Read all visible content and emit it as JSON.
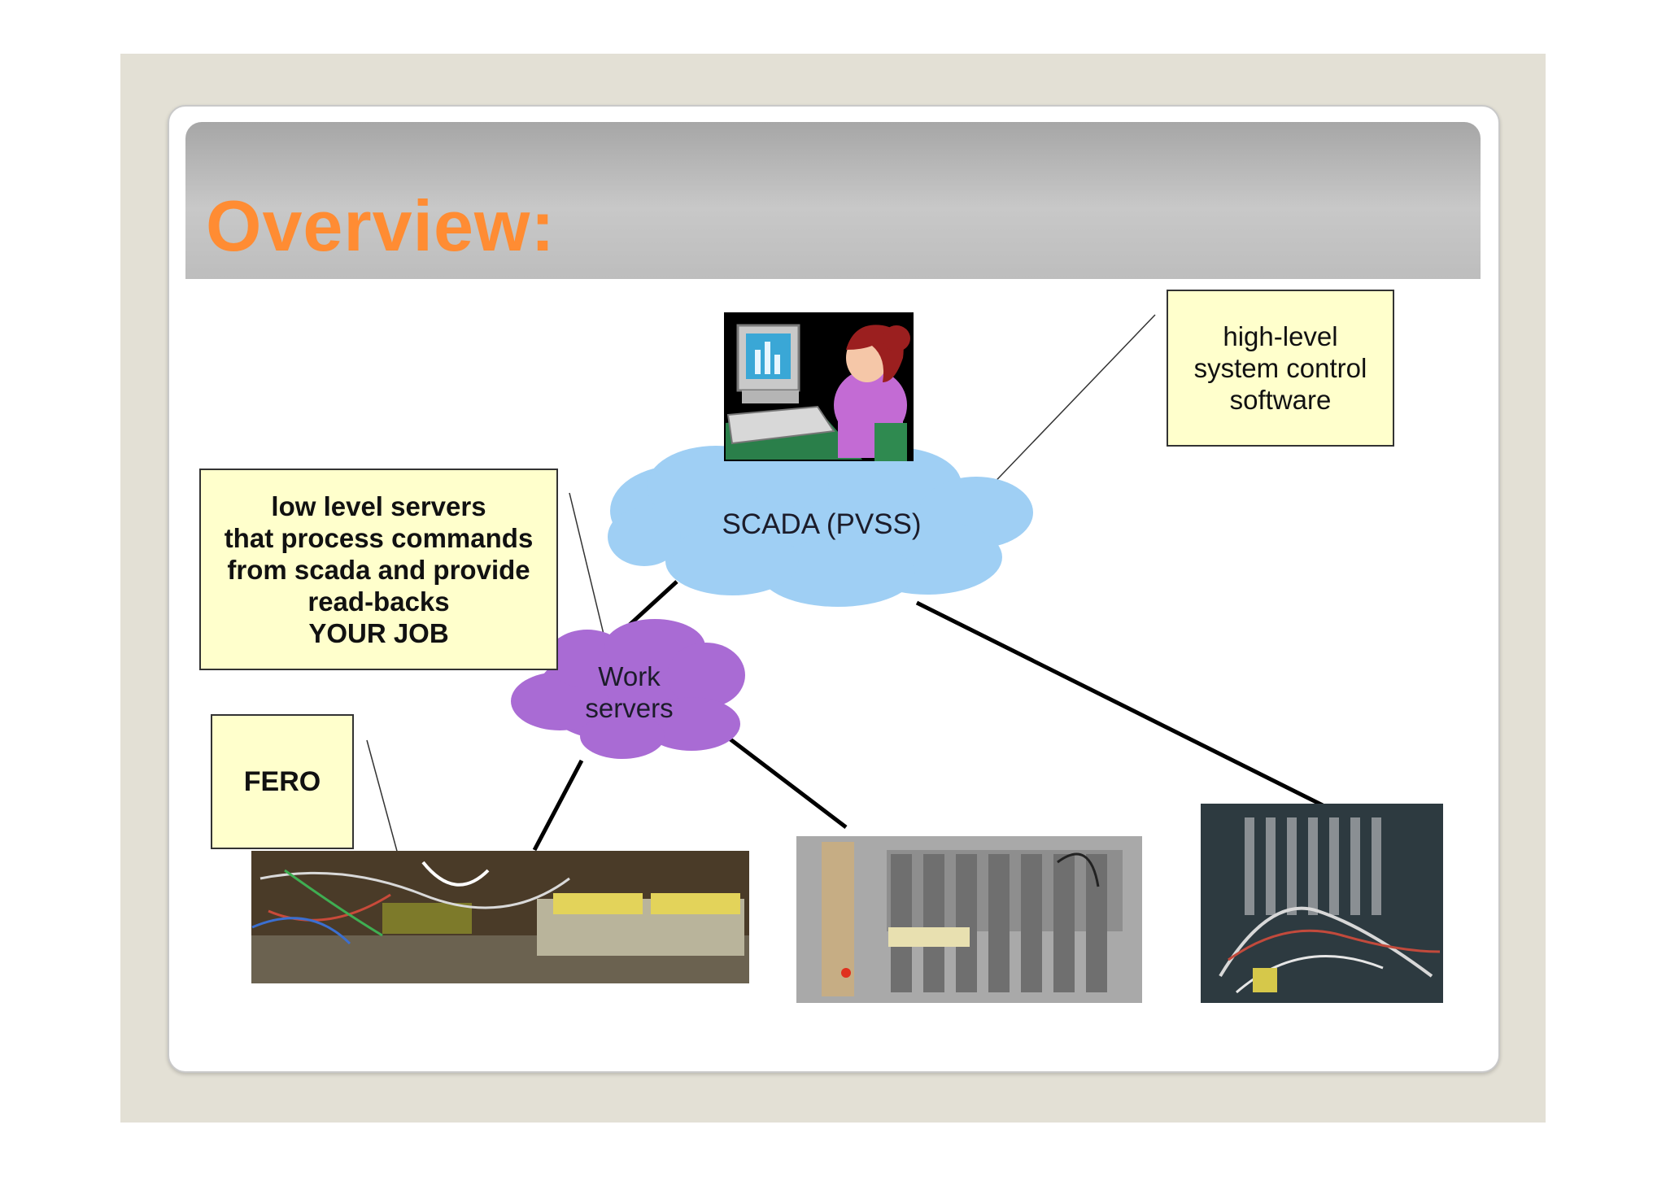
{
  "slide": {
    "title": "Overview:",
    "colors": {
      "title": "#ff8c33",
      "frame": "#e3e0d5",
      "callout_fill": "#ffffcc",
      "scada_cloud": "#9fcff4",
      "work_cloud": "#a96bd4"
    }
  },
  "diagram": {
    "clouds": {
      "scada": "SCADA (PVSS)",
      "work_servers": "Work\nservers"
    },
    "callouts": {
      "high_level": "high-level\nsystem control\nsoftware",
      "low_level": "low level servers\nthat process commands\nfrom scada and provide\nread-backs\nYOUR JOB",
      "fero": "FERO"
    },
    "images": [
      "operator-at-computer",
      "fero-electronics-board",
      "vme-crate",
      "cabled-crate"
    ]
  }
}
